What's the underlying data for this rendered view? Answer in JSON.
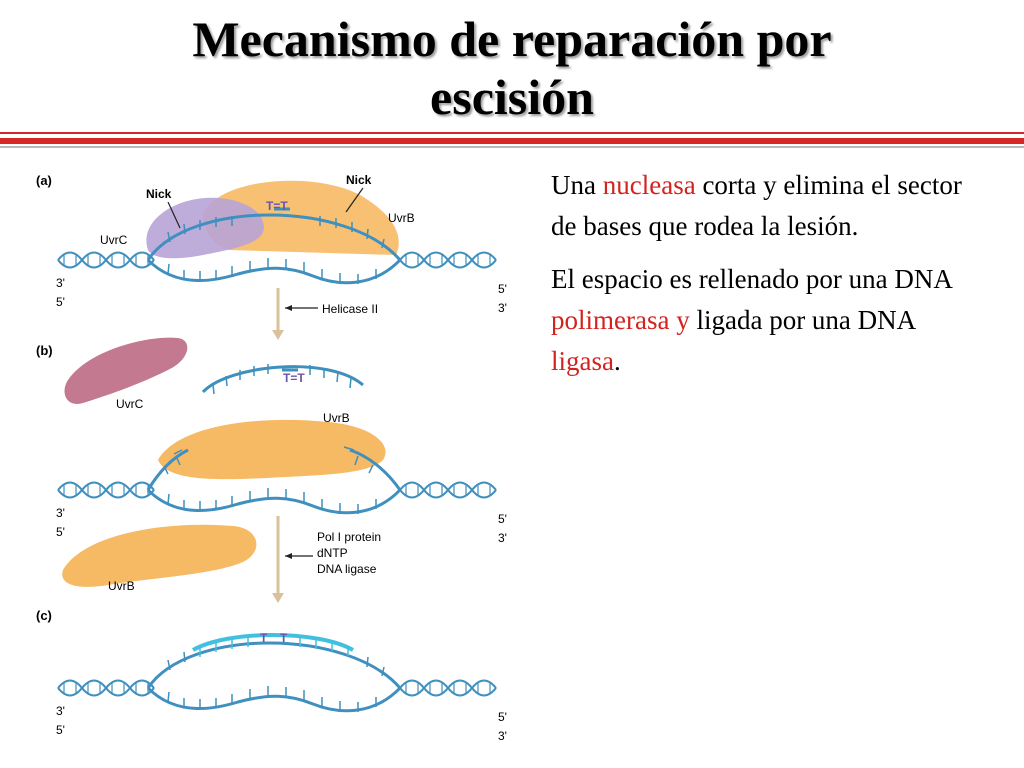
{
  "title": {
    "line1": "Mecanismo de reparación por",
    "line2": "escisión"
  },
  "colors": {
    "accent_red": "#d2231f",
    "dna_strand": "#3f8fbf",
    "dna_new": "#40c0de",
    "uvrb": "#f6b964",
    "uvrc": "#b7a3d6",
    "uvrc_released": "#c3798f",
    "dimer": "#6b55a8"
  },
  "text": {
    "p1": {
      "before": "Una ",
      "hl": "nucleasa",
      "after": " corta y elimina el sector de bases que rodea la lesión."
    },
    "p2": {
      "before": "El espacio es rellenado por una DNA ",
      "hl1": "polimerasa y",
      "mid": " ligada por una DNA ",
      "hl2": "ligasa",
      "after": "."
    }
  },
  "diagram": {
    "panel_a": "(a)",
    "panel_b": "(b)",
    "panel_c": "(c)",
    "nick": "Nick",
    "uvrc": "UvrC",
    "uvrb": "UvrB",
    "dimer": "T=T",
    "t": "T",
    "helicase": "Helicase II",
    "pol1": "Pol I protein",
    "pol2": "dNTP",
    "pol3": "DNA ligase",
    "end3": "3'",
    "end5": "5'"
  }
}
